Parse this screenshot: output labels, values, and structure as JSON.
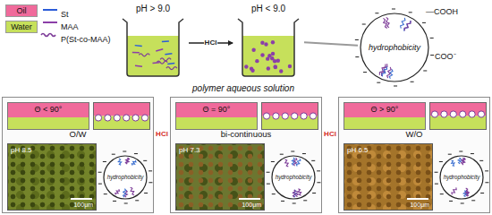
{
  "diagram": {
    "nodes": [
      {
        "text": [
          "pH > 9.0"
        ]
      },
      {
        "text": [
          "pH < 9.0"
        ]
      },
      {
        "text": [
          "hydrophobicity"
        ]
      },
      {
        "text": [
          "O/W"
        ]
      },
      {
        "text": [
          "Θ < 90°"
        ],
        "in": 3
      },
      {
        "text": [
          "pH 8.5",
          "100μm"
        ],
        "in": 3
      },
      {
        "text": [
          "hydrophobicity"
        ],
        "in": 3
      },
      {
        "text": [
          "bi-continuous"
        ]
      },
      {
        "text": [
          "Θ = 90°"
        ],
        "in": 7
      },
      {
        "text": [
          "pH 7.3",
          "100μm"
        ],
        "in": 7
      },
      {
        "text": [
          "hydrophobicity"
        ],
        "in": 7
      },
      {
        "text": [
          "W/O"
        ]
      },
      {
        "text": [
          "Θ > 90°"
        ],
        "in": 11
      },
      {
        "text": [
          "pH 6.5",
          "100μm"
        ],
        "in": 11
      },
      {
        "text": [
          "hydrophobicity"
        ],
        "in": 11
      }
    ],
    "edges": [
      {
        "from": 0,
        "to": 1,
        "label": "HCl",
        "arrow": "to"
      },
      {
        "from": 1,
        "to": 2,
        "arrow": "none"
      },
      {
        "from": 3,
        "to": 7,
        "label": "HCl",
        "arrow": "to"
      },
      {
        "from": 7,
        "to": 11,
        "label": "HCl",
        "arrow": "to"
      }
    ],
    "labels": [
      "—COOH",
      "COO⁻",
      "polymer aqueous solution"
    ],
    "legend": [
      {
        "text": "Oil",
        "color": "#f06a9b"
      },
      {
        "text": "Water",
        "color": "#c6e05b"
      },
      {
        "text": "St"
      },
      {
        "text": "MAA"
      },
      {
        "text": "P(St-co-MAA)"
      }
    ]
  }
}
